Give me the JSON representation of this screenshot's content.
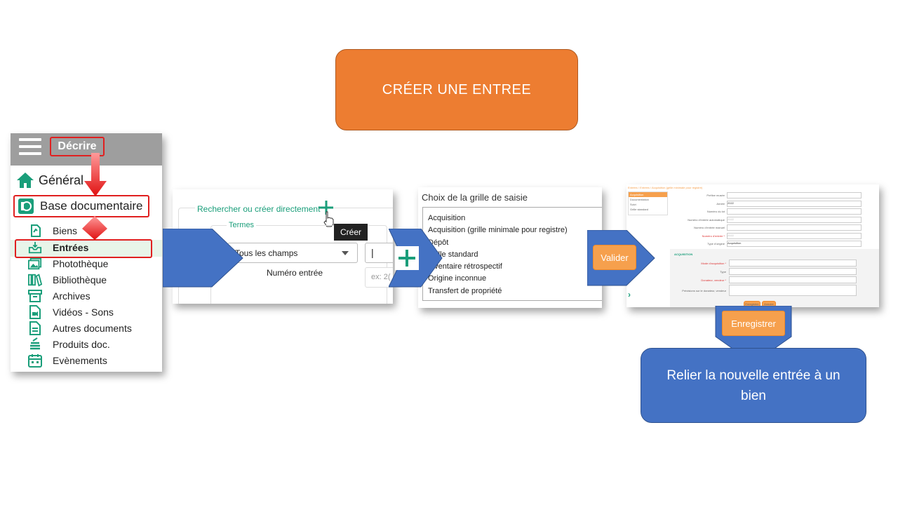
{
  "title": "CRÉER UNE ENTREE",
  "menu": {
    "header_label": "Décrire",
    "general": "Général",
    "base": "Base documentaire",
    "items": [
      {
        "label": "Biens",
        "icon": "hand-doc-icon"
      },
      {
        "label": "Entrées",
        "icon": "inbox-icon"
      },
      {
        "label": "Photothèque",
        "icon": "photos-icon"
      },
      {
        "label": "Bibliothèque",
        "icon": "books-icon"
      },
      {
        "label": "Archives",
        "icon": "archive-box-icon"
      },
      {
        "label": "Vidéos - Sons",
        "icon": "video-file-icon"
      },
      {
        "label": "Autres documents",
        "icon": "document-icon"
      },
      {
        "label": "Produits doc.",
        "icon": "stack-icon"
      },
      {
        "label": "Evènements",
        "icon": "calendar-icon"
      }
    ]
  },
  "search": {
    "legend": "Rechercher ou créer directement",
    "terms_legend": "Termes",
    "tooltip": "Créer",
    "field_select": "Tous les champs",
    "field_label": "Numéro entrée",
    "input_value": "|",
    "placeholder": "ex: 2("
  },
  "grid_choice": {
    "title": "Choix de la grille de saisie",
    "options": [
      "Acquisition",
      "Acquisition (grille minimale pour registre)",
      "Dépôt",
      "Grille standard",
      "Inventaire rétrospectif",
      "Origine inconnue",
      "Transfert de propriété"
    ]
  },
  "buttons": {
    "valider": "Valider",
    "enregistrer": "Enregistrer"
  },
  "form": {
    "breadcrumb": "Entrées / Entrées / Acquisition (grille minimale pour registre)",
    "sidebar": [
      "Acquisition",
      "Documentation",
      "Suivi",
      "Grille standard"
    ],
    "fields": [
      {
        "label": "Préfixe musée",
        "value": ""
      },
      {
        "label": "Année",
        "value": "2022"
      },
      {
        "label": "Numéro du lot",
        "value": ""
      },
      {
        "label": "Numéro d'entrée automatique",
        "value": "2022"
      },
      {
        "label": "Numéro d'entrée manuel",
        "value": ""
      },
      {
        "label": "Numéro d'entrée *",
        "value": "2022"
      },
      {
        "label": "Type d'origine",
        "value": "Acquisition"
      }
    ],
    "section": "ACQUISITION",
    "section_fields": [
      {
        "label": "Mode d'acquisition *"
      },
      {
        "label": "Type"
      },
      {
        "label": "Donateur, vendeur *"
      },
      {
        "label": "Précisions sur le donateur, vendeur"
      }
    ],
    "mini_buttons": [
      "Enregistrer",
      "Annuler"
    ]
  },
  "note": "Relier la nouvelle entrée à un bien",
  "colors": {
    "orange_title": "#ed7d31",
    "blue": "#4472c4",
    "green": "#1a9e7a",
    "red_highlight": "#e02020",
    "button_orange": "#f6a04d"
  }
}
